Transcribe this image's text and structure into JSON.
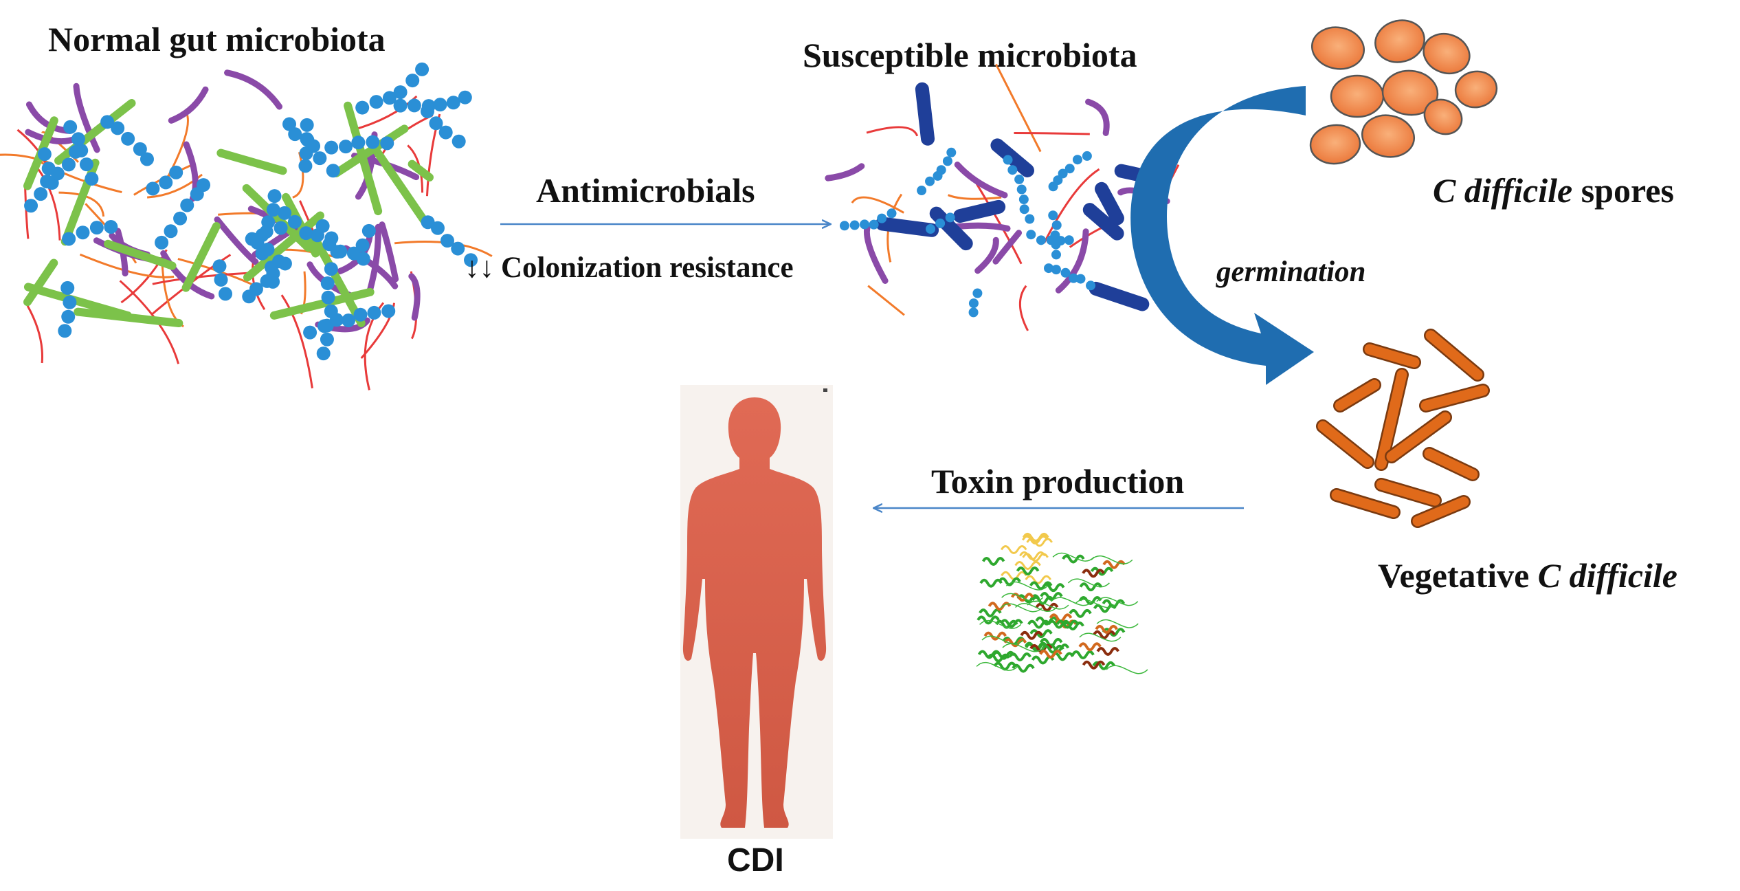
{
  "labels": {
    "normal_gut": "Normal gut microbiota",
    "susceptible": "Susceptible microbiota",
    "antimicrobials": "Antimicrobials",
    "colonization_arrows": "↓↓",
    "colonization_text": "Colonization resistance",
    "spores_italic": "C difficile",
    "spores_rest": " spores",
    "germination": "germination",
    "vegetative_plain": "Vegetative ",
    "vegetative_italic": "C difficile",
    "toxin": "Toxin production",
    "cdi": "CDI"
  },
  "colors": {
    "arrow_line": "#4a86c8",
    "germination_arrow": "#1f6db0",
    "spore_fill": "#f08a4b",
    "vegetative_fill": "#e06a1a",
    "body_fill": "#d9614a",
    "gut_green": "#7cc24a",
    "gut_blue": "#2a8fd6",
    "gut_purple": "#8a4aa8",
    "gut_red": "#e83a3a",
    "dark_blue_rod": "#1f3f99"
  },
  "icons": {
    "normal_gut_cluster": "mixed-bacteria-cluster",
    "susceptible_cluster": "sparse-bacteria-cluster",
    "spores": "oval-spores",
    "vegetative": "rod-bacteria",
    "toxin": "protein-ribbon-structure",
    "human": "human-silhouette"
  }
}
